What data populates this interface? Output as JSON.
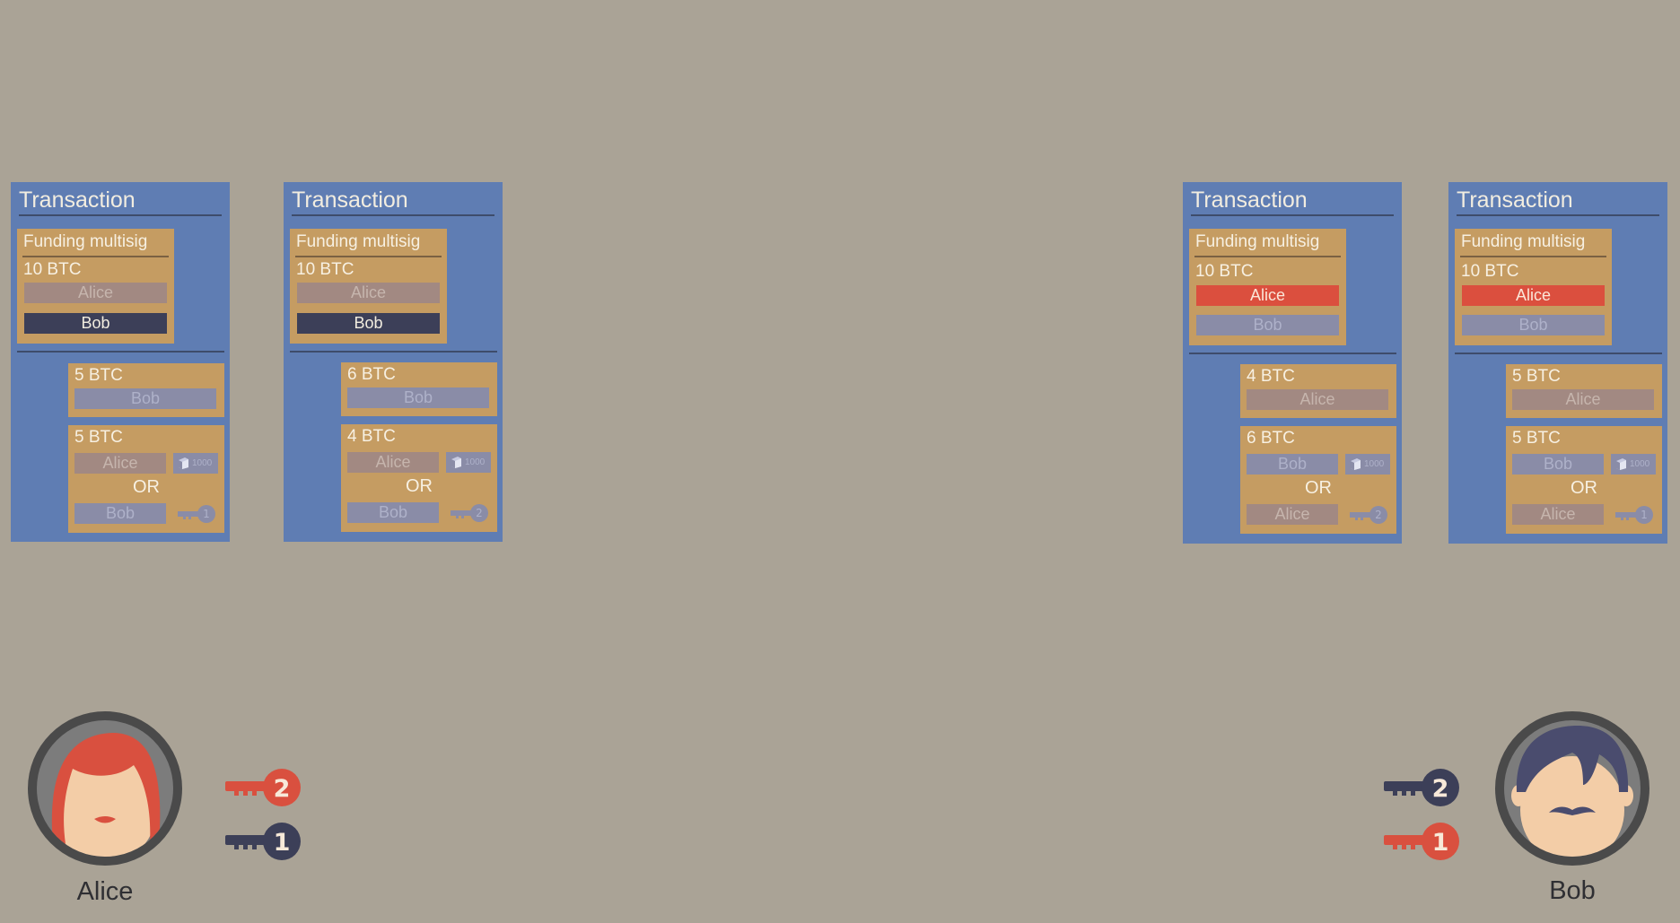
{
  "colors": {
    "background": "#aaa396",
    "transaction": "#5f7db3",
    "card": "#c59c62",
    "alice": "#db4f3e",
    "bob": "#3c3f58",
    "faded_alice": "#a28982",
    "faded_bob": "#8a8ca7"
  },
  "transactions": [
    {
      "title": "Transaction",
      "funding": {
        "label": "Funding multisig",
        "amount": "10 BTC",
        "signers": [
          "Alice",
          "Bob"
        ],
        "signed": "Bob"
      },
      "output1": {
        "amount": "5 BTC",
        "owner": "Bob"
      },
      "output2": {
        "amount": "5 BTC",
        "first": "Alice",
        "lock": "1000",
        "or": "OR",
        "second": "Bob",
        "key_number": "1"
      }
    },
    {
      "title": "Transaction",
      "funding": {
        "label": "Funding multisig",
        "amount": "10 BTC",
        "signers": [
          "Alice",
          "Bob"
        ],
        "signed": "Bob"
      },
      "output1": {
        "amount": "6 BTC",
        "owner": "Bob"
      },
      "output2": {
        "amount": "4 BTC",
        "first": "Alice",
        "lock": "1000",
        "or": "OR",
        "second": "Bob",
        "key_number": "2"
      }
    },
    {
      "title": "Transaction",
      "funding": {
        "label": "Funding multisig",
        "amount": "10 BTC",
        "signers": [
          "Alice",
          "Bob"
        ],
        "signed": "Alice"
      },
      "output1": {
        "amount": "4 BTC",
        "owner": "Alice"
      },
      "output2": {
        "amount": "6 BTC",
        "first": "Bob",
        "lock": "1000",
        "or": "OR",
        "second": "Alice",
        "key_number": "2"
      }
    },
    {
      "title": "Transaction",
      "funding": {
        "label": "Funding multisig",
        "amount": "10 BTC",
        "signers": [
          "Alice",
          "Bob"
        ],
        "signed": "Alice"
      },
      "output1": {
        "amount": "5 BTC",
        "owner": "Alice"
      },
      "output2": {
        "amount": "5 BTC",
        "first": "Bob",
        "lock": "1000",
        "or": "OR",
        "second": "Alice",
        "key_number": "1"
      }
    }
  ],
  "people": {
    "alice": {
      "name": "Alice",
      "keys": [
        {
          "number": "2",
          "color": "red"
        },
        {
          "number": "1",
          "color": "dark"
        }
      ]
    },
    "bob": {
      "name": "Bob",
      "keys": [
        {
          "number": "2",
          "color": "dark"
        },
        {
          "number": "1",
          "color": "red"
        }
      ]
    }
  }
}
